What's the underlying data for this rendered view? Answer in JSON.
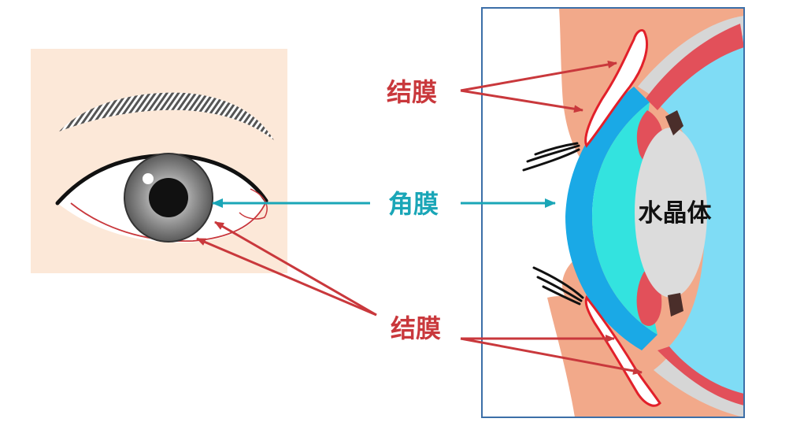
{
  "labels": {
    "conjunctiva_top": "结膜",
    "cornea": "角膜",
    "conjunctiva_bottom": "结膜",
    "lens": "水晶体"
  },
  "colors": {
    "conjunctiva_red": "#c9383c",
    "cornea_teal": "#1aa6b7",
    "skin_panel": "#fce8d8",
    "cornea_blue": "#1aa9e6",
    "aqueous": "#33e3df",
    "inner_eye": "#7fdcf5",
    "lens_gray": "#dcdcdc",
    "frame_blue": "#3c6fa8"
  },
  "icons": {
    "front_eye": "front-view-eye-illustration",
    "cross_section": "eye-cross-section-illustration"
  }
}
